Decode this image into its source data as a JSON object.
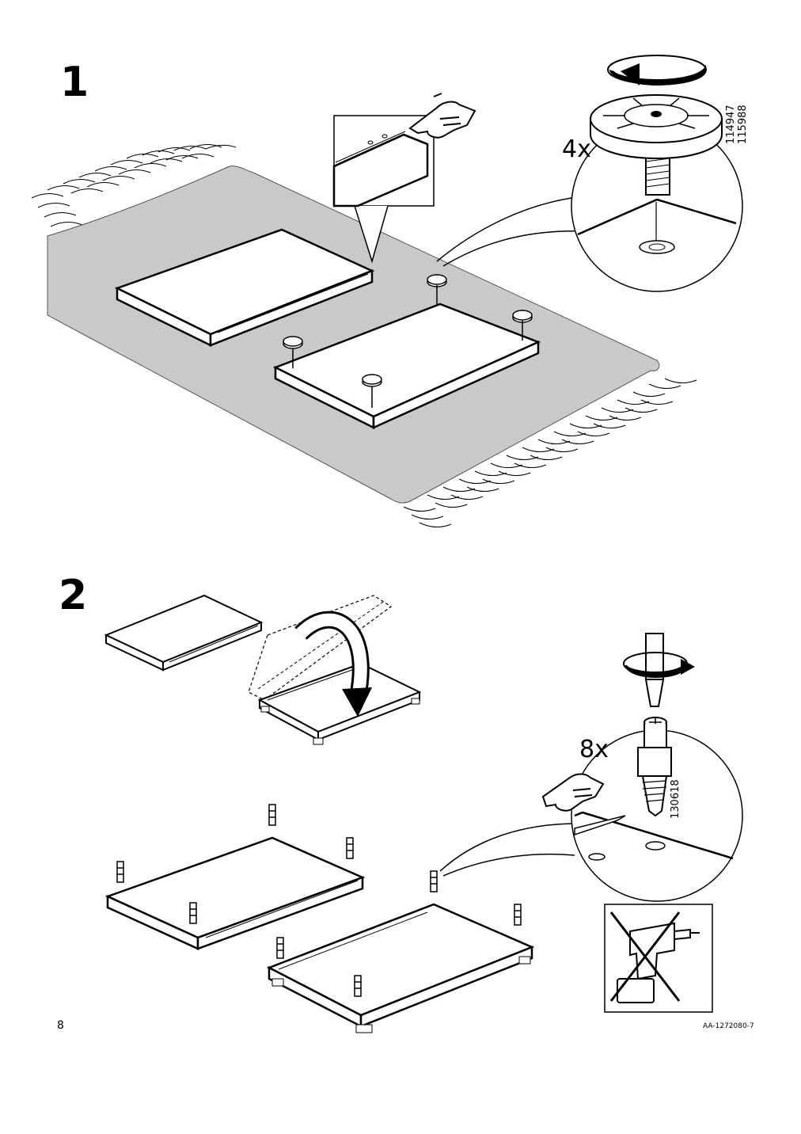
{
  "steps": [
    {
      "number": "1",
      "quantity": "4x",
      "part_numbers": [
        "114947",
        "115988"
      ]
    },
    {
      "number": "2",
      "quantity": "8x",
      "part_numbers": [
        "130618"
      ]
    }
  ],
  "footer": {
    "page_number": "8",
    "document_ref": "AA-1272080-7"
  }
}
